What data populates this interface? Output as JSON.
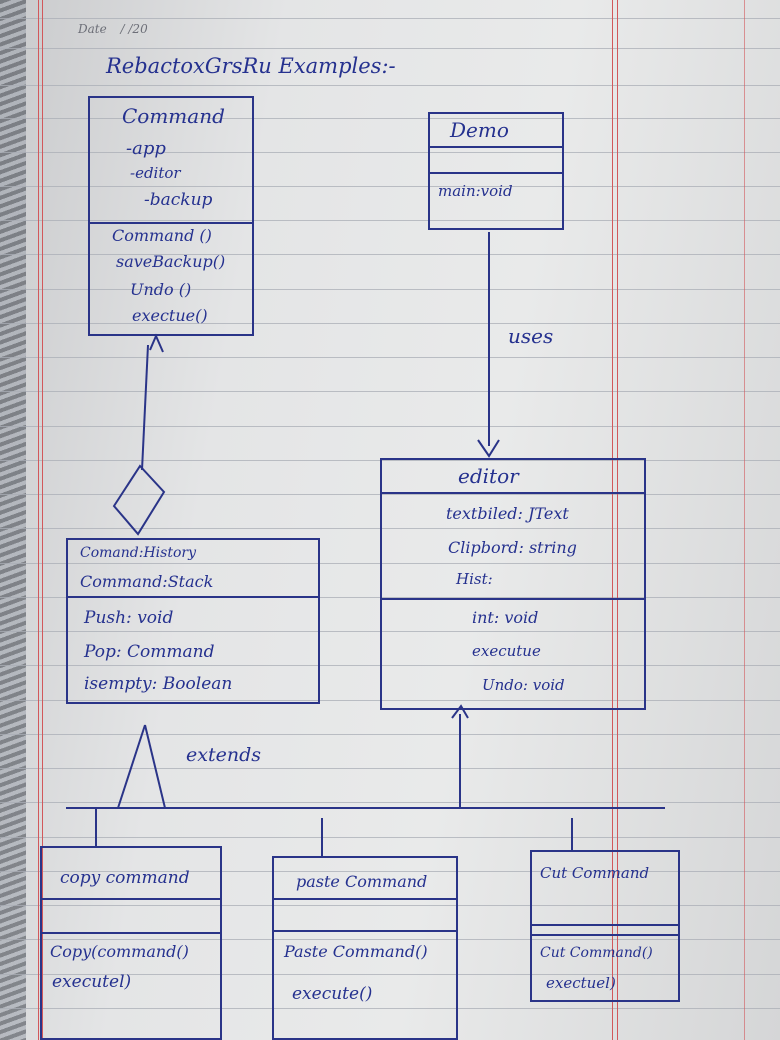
{
  "date": {
    "label": "Date",
    "value": "/ /20"
  },
  "title": "RebactoxGrsRu Examples:-",
  "classes": {
    "command": {
      "name": "Command",
      "attributes": [
        "-app",
        "-editor",
        "-backup"
      ],
      "methods": [
        "Command ()",
        "saveBackup()",
        "Undo ()",
        "exectue()"
      ]
    },
    "demo": {
      "name": "Demo",
      "attributes": [],
      "methods": [
        "main:void"
      ]
    },
    "editor": {
      "name": "editor",
      "attributes": [
        "textbiled: JText",
        "Clipbord: string",
        "Hist:"
      ],
      "methods": [
        "int: void",
        "executue",
        "Undo: void"
      ]
    },
    "history": {
      "name": "",
      "attributes": [
        "Comand:History",
        "Command:Stack"
      ],
      "methods": [
        "Push: void",
        "Pop: Command",
        "isempty: Boolean"
      ]
    },
    "copy": {
      "name": "copy command",
      "attributes": [],
      "methods": [
        "Copy(command()",
        "executel)"
      ]
    },
    "paste": {
      "name": "paste Command",
      "attributes": [],
      "methods": [
        "Paste Command()",
        "execute()"
      ]
    },
    "cut": {
      "name": "Cut Command",
      "attributes": [],
      "methods": [
        "Cut Command()",
        "exectuel)"
      ]
    }
  },
  "relations": {
    "uses": "uses",
    "extends": "extends"
  }
}
